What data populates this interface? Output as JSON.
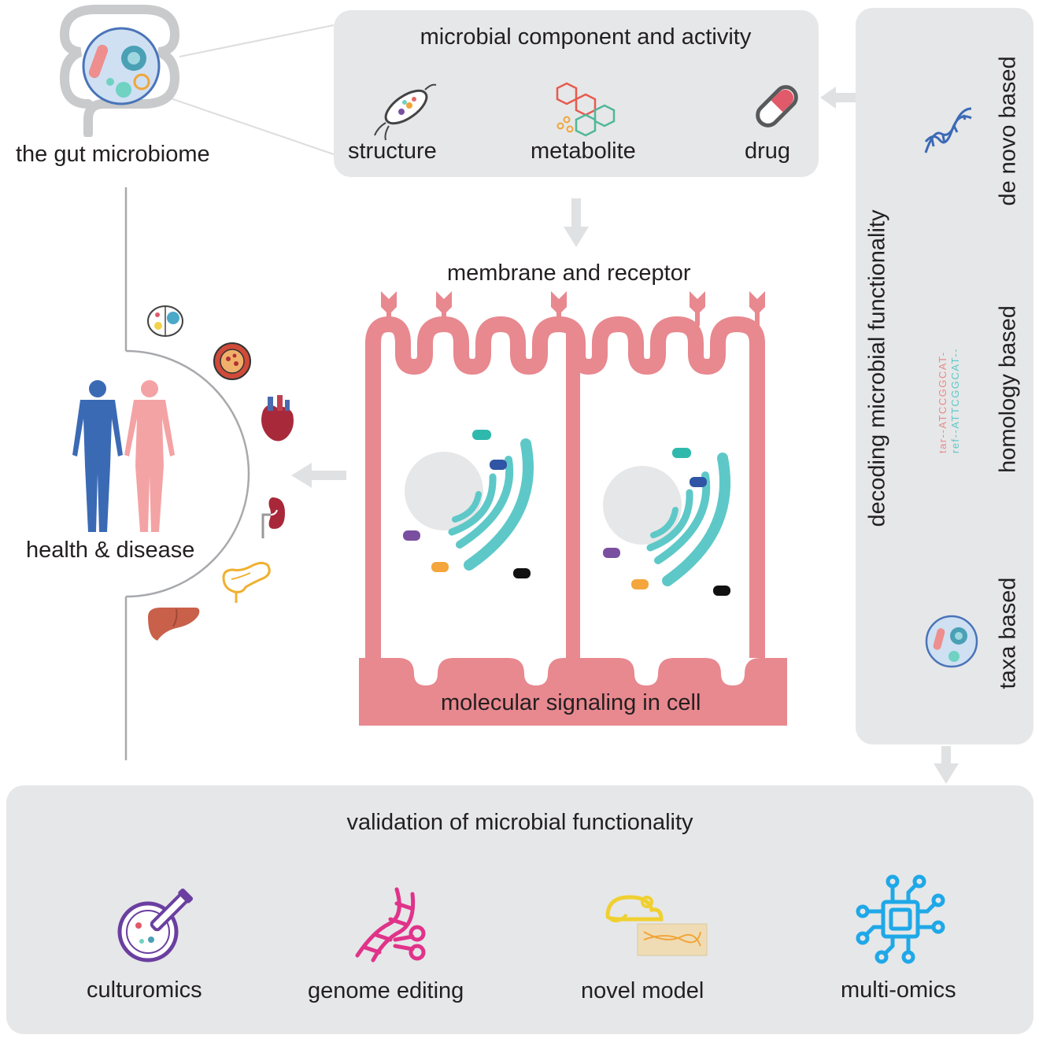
{
  "gut_microbiome": {
    "label": "the gut microbiome"
  },
  "component_panel": {
    "title": "microbial component and activity",
    "items": [
      {
        "label": "structure",
        "icon": "bacterium-icon"
      },
      {
        "label": "metabolite",
        "icon": "molecule-icon"
      },
      {
        "label": "drug",
        "icon": "pill-icon"
      }
    ]
  },
  "cell": {
    "membrane_label": "membrane and receptor",
    "signaling_label": "molecular signaling in cell",
    "color": "#e8888f"
  },
  "health": {
    "label": "health & disease"
  },
  "decoding_panel": {
    "title": "decoding microbial functionality",
    "methods": [
      {
        "label": "de novo based",
        "icon": "dna-icon"
      },
      {
        "label": "homology based",
        "icon": "sequence-alignment-icon",
        "seq_tar": "tar--ATCCGGCAT-",
        "seq_ref": "ref--ATTCGGCAT--"
      },
      {
        "label": "taxa based",
        "icon": "microbe-icon"
      }
    ]
  },
  "validation_panel": {
    "title": "validation of microbial functionality",
    "items": [
      {
        "label": "culturomics",
        "icon": "petri-dish-icon"
      },
      {
        "label": "genome editing",
        "icon": "crispr-icon"
      },
      {
        "label": "novel model",
        "icon": "mouse-model-icon"
      },
      {
        "label": "multi-omics",
        "icon": "chip-icon"
      }
    ]
  },
  "colors": {
    "panel": "#e6e7e8",
    "arrow": "#e0e1e2",
    "male": "#3b6ab5",
    "female": "#f4a3a5"
  }
}
